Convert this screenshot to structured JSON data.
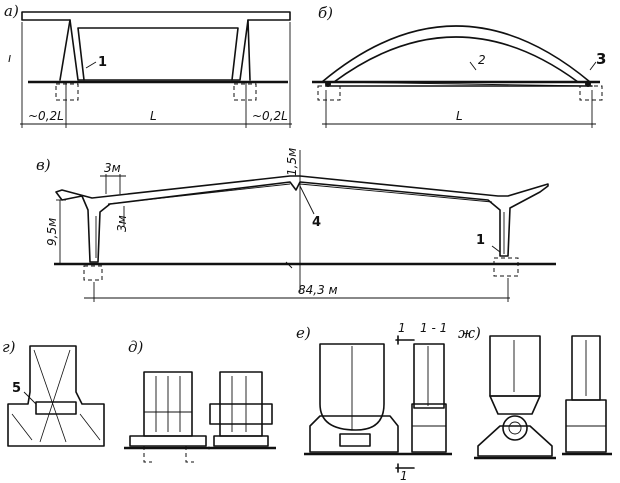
{
  "labels": {
    "a": "а)",
    "b": "б)",
    "v": "в)",
    "g": "г)",
    "d": "д)",
    "e": "е)",
    "zh": "ж)"
  },
  "dims": {
    "a_left": "~0,2L",
    "a_span": "L",
    "a_right": "~0,2L",
    "b_span": "L",
    "v_3m_top": "3м",
    "v_3m_side": "3м",
    "v_15m": "1,5м",
    "v_95m": "9,5м",
    "v_span": "84,3 м",
    "e_section": "1 - 1",
    "e_mark_top": "1",
    "e_mark_bottom": "1",
    "margin_mark": "ı"
  },
  "callouts": {
    "a_1": "1",
    "b_2": "2",
    "b_3": "3",
    "v_4": "4",
    "v_1": "1",
    "g_5": "5"
  }
}
